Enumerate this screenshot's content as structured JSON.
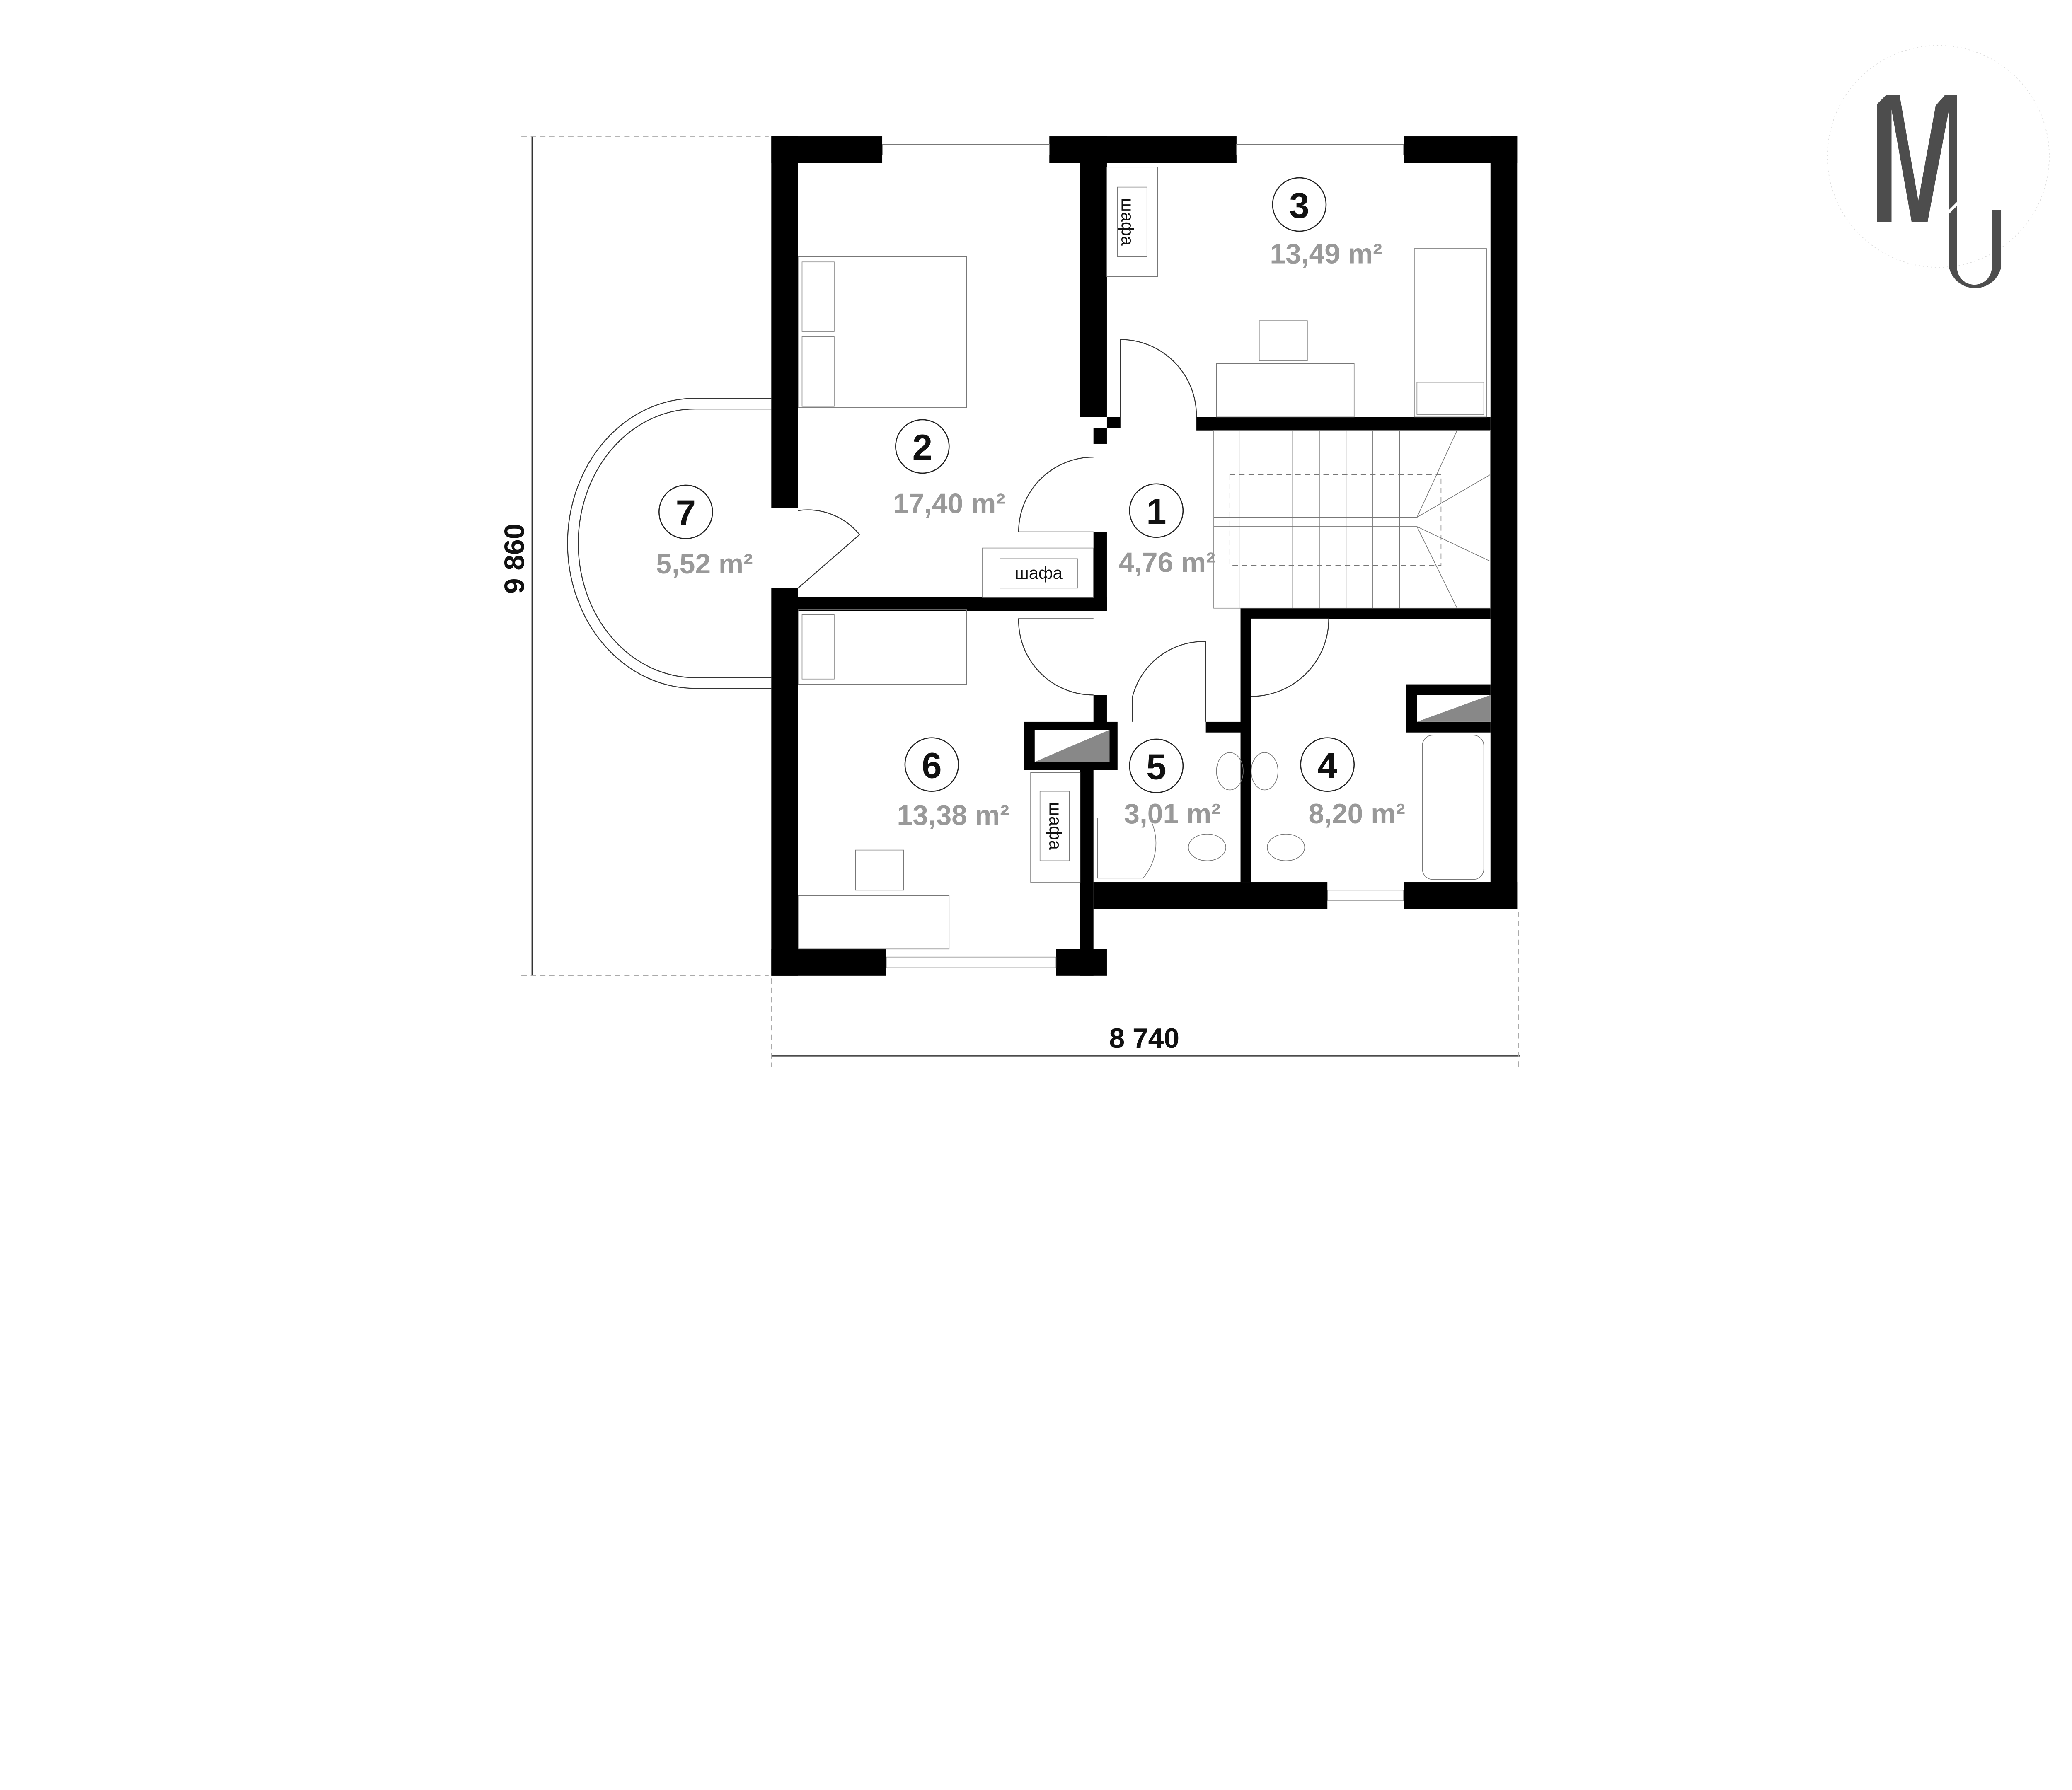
{
  "plan": {
    "rooms": [
      {
        "number": "1",
        "area": "4,76 m²"
      },
      {
        "number": "2",
        "area": "17,40 m²"
      },
      {
        "number": "3",
        "area": "13,49 m²"
      },
      {
        "number": "4",
        "area": "8,20 m²"
      },
      {
        "number": "5",
        "area": "3,01 m²"
      },
      {
        "number": "6",
        "area": "13,38 m²"
      },
      {
        "number": "7",
        "area": "5,52 m²"
      }
    ],
    "wardrobe_label": "шафа",
    "dimensions": {
      "width": "8 740",
      "height": "9 860"
    }
  },
  "logo": {
    "text": "MU",
    "color": "#4d4d4d"
  }
}
